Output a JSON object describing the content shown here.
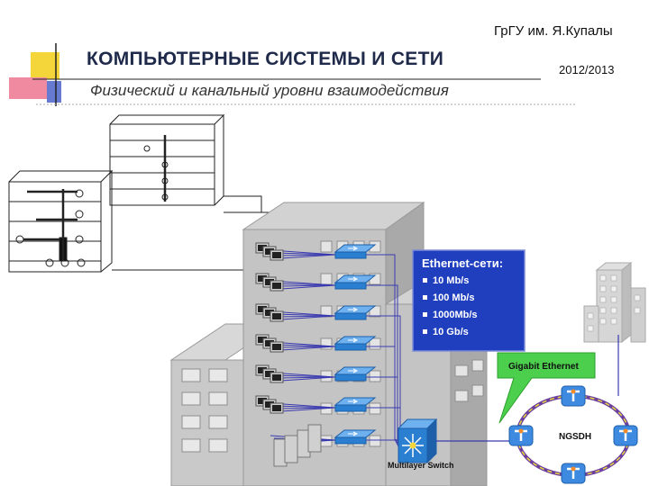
{
  "header": {
    "institution": "ГрГУ им. Я.Купалы",
    "year": "2012/2013",
    "title": "КОМПЬЮТЕРНЫЕ СИСТЕМЫ  И СЕТИ",
    "subtitle": "Физический и канальный уровни взаимодействия"
  },
  "diagram": {
    "ethernet_box": {
      "title": "Ethernet-сети:",
      "items": [
        "10 Mb/s",
        "100 Mb/s",
        "1000Mb/s",
        "10 Gb/s"
      ]
    },
    "gigabit_label": "Gigabit Ethernet",
    "ring_label": "NGSDH",
    "switch_label": "Multilayer Switch"
  },
  "colors": {
    "title_text": "#1f2a4a",
    "ethernet_box_bg": "#1f3fbf",
    "gigabit_callout_bg": "#4ccf4c",
    "cable": "#3a3ab0",
    "switch_blue": "#2a7fd0",
    "building_gray": "#b8b8b8",
    "decor_yellow": "#f5d63a",
    "decor_pink": "#f08aa0",
    "decor_blue": "#4a63c8"
  }
}
